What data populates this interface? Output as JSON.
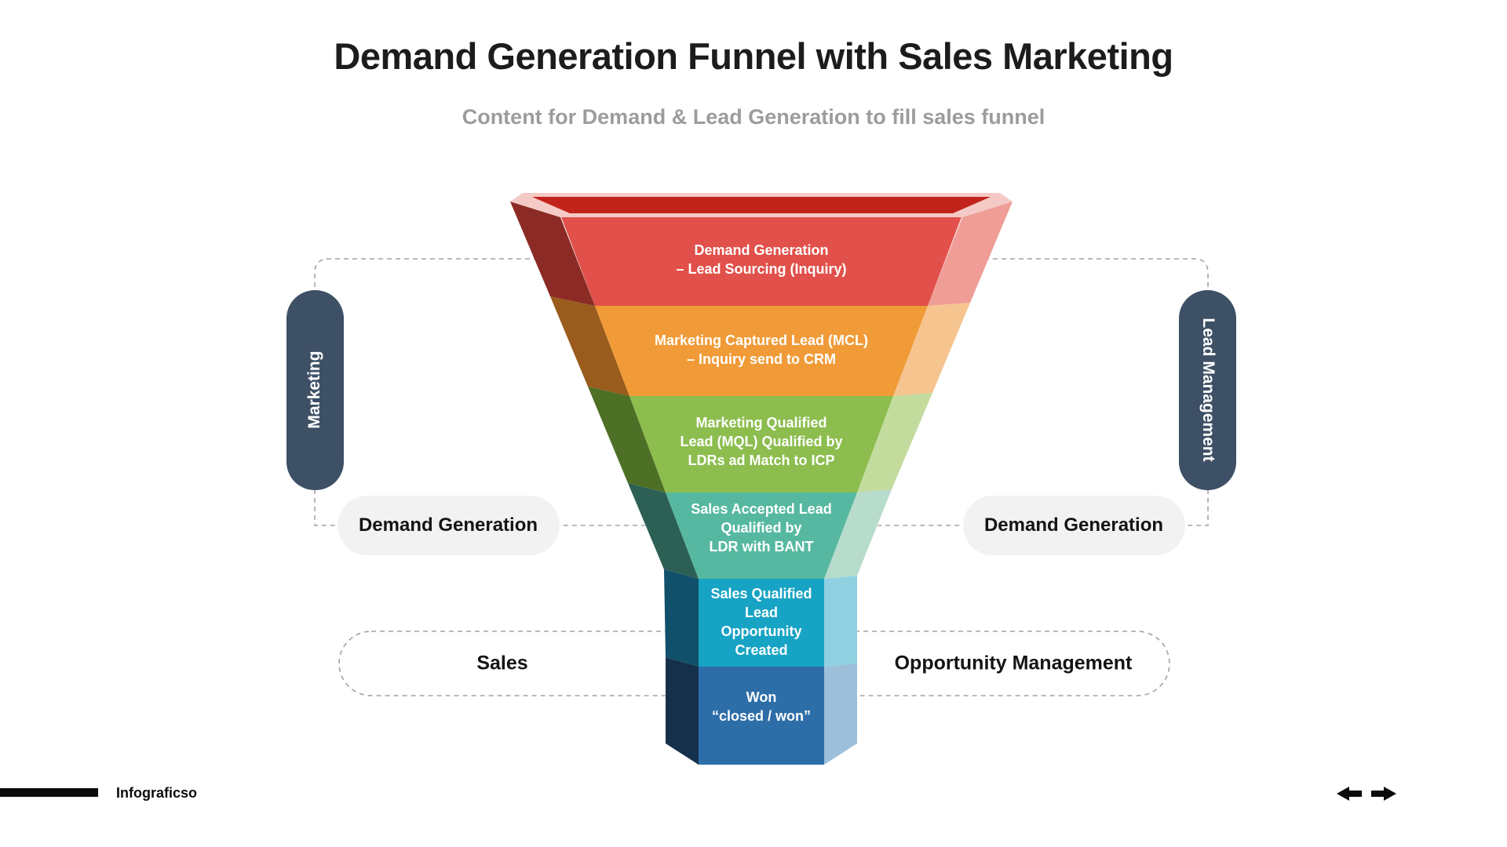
{
  "header": {
    "title": "Demand Generation Funnel with Sales Marketing",
    "subtitle": "Content for Demand & Lead Generation to fill sales funnel"
  },
  "funnel": {
    "rim": {
      "edge": "#f5cac6",
      "face": "#c2241c"
    },
    "stages": [
      {
        "id": "demand-generation",
        "lines": [
          "Demand Generation",
          "– Lead Sourcing (Inquiry)"
        ],
        "color": "#e1504a",
        "dark": "#8c2b25",
        "light": "#ef9d96"
      },
      {
        "id": "marketing-captured-lead",
        "lines": [
          "Marketing Captured Lead (MCL)",
          "– Inquiry send to CRM"
        ],
        "color": "#f09b38",
        "dark": "#9a5c1d",
        "light": "#f6c48f"
      },
      {
        "id": "marketing-qualified-lead",
        "lines": [
          "Marketing Qualified",
          "Lead (MQL) Qualified by",
          "LDRs ad Match to ICP"
        ],
        "color": "#8cbd4e",
        "dark": "#4e7026",
        "light": "#c3dc9e"
      },
      {
        "id": "sales-accepted-lead",
        "lines": [
          "Sales Accepted Lead",
          "Qualified by",
          "LDR with BANT"
        ],
        "color": "#56b8a0",
        "dark": "#2d6055",
        "light": "#b7dccc"
      },
      {
        "id": "sales-qualified-lead",
        "lines": [
          "Sales Qualified",
          "Lead",
          "Opportunity",
          "Created"
        ],
        "color": "#17a3c4",
        "dark": "#11506a",
        "light": "#90d1e1"
      },
      {
        "id": "won",
        "lines": [
          "Won",
          "“closed / won”"
        ],
        "color": "#2d6ea8",
        "dark": "#14304b",
        "light": "#9dbfda"
      }
    ]
  },
  "side_pills": {
    "color": "#3d5065",
    "left": {
      "label": "Marketing"
    },
    "right": {
      "label": "Lead Management"
    }
  },
  "row_labels": {
    "bg": "#f2f2f2",
    "left": "Demand Generation",
    "right": "Demand Generation"
  },
  "bottom_band": {
    "left": "Sales",
    "right": "Opportunity Management"
  },
  "colors": {
    "dashed_line": "#a3a3a3",
    "title_text": "#1c1c1c",
    "subtitle_text": "#9c9c9c"
  },
  "footer": {
    "brand": "Infograficso"
  },
  "nav": {
    "icons": [
      "left-arrow",
      "right-arrow"
    ],
    "color": "#0b0b0b"
  }
}
